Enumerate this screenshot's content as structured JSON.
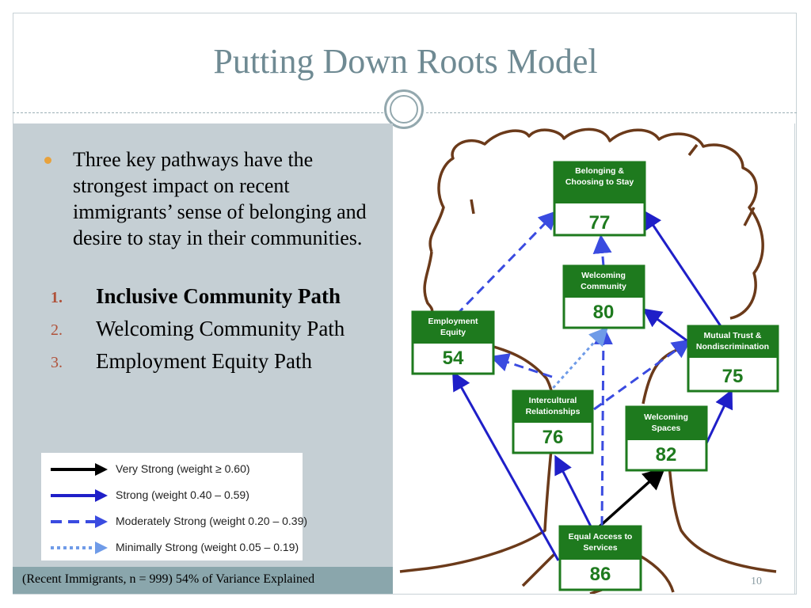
{
  "slide": {
    "title": "Putting Down Roots Model",
    "bullet": "Three key pathways have the strongest impact on recent immigrants’ sense of belonging and desire to stay in their communities.",
    "paths": [
      {
        "num": "1.",
        "label": "Inclusive Community Path",
        "bold": true
      },
      {
        "num": "2.",
        "label": "Welcoming Community Path",
        "bold": false
      },
      {
        "num": "3.",
        "label": "Employment Equity Path",
        "bold": false
      }
    ],
    "footer": "(Recent Immigrants, n = 999) 54% of Variance Explained",
    "page_number": "10"
  },
  "legend": [
    {
      "style": "very-strong-arrow",
      "label": "Very Strong (weight  ≥  0.60)"
    },
    {
      "style": "strong-arrow",
      "label": "Strong (weight 0.40 – 0.59)"
    },
    {
      "style": "moderately-strong-arrow",
      "label": "Moderately Strong (weight 0.20 – 0.39)"
    },
    {
      "style": "minimally-strong-arrow",
      "label": "Minimally Strong  (weight 0.05 – 0.19)"
    }
  ],
  "nodes": {
    "belonging": {
      "label": "Belonging & Choosing to Stay",
      "value": "77"
    },
    "welcoming_community": {
      "label": "Welcoming Community",
      "value": "80"
    },
    "employment_equity": {
      "label": "Employment Equity",
      "value": "54"
    },
    "mutual_trust": {
      "label": "Mutual Trust & Nondiscrimination",
      "value": "75"
    },
    "intercultural": {
      "label": "Intercultural Relationships",
      "value": "76"
    },
    "welcoming_spaces": {
      "label": "Welcoming Spaces",
      "value": "82"
    },
    "equal_access": {
      "label": "Equal Access to Services",
      "value": "86"
    }
  },
  "colors": {
    "title": "#6f8a93",
    "node_green": "#1e7a1e",
    "arrow_blue": "#1f1fc8",
    "arrow_light": "#6f9be8",
    "tree_brown": "#6b3a1a",
    "panel": "#c5cfd4"
  }
}
